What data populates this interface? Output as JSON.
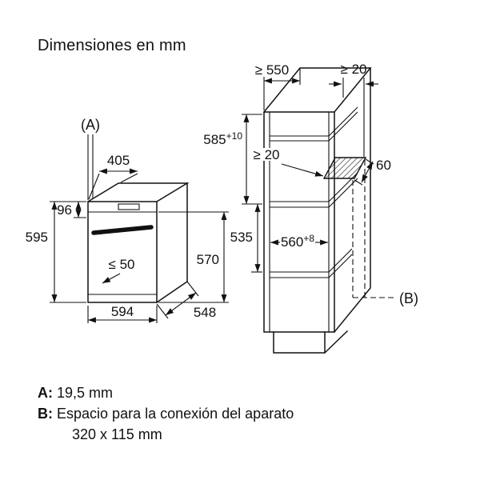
{
  "title": "Dimensiones en mm",
  "diagram": {
    "cabinet": {
      "depth_min": "≥ 550",
      "wall_gap_top": "≥ 20",
      "niche_height": "585",
      "niche_height_tol": "+10",
      "shelf_gap": "≥ 20",
      "vent_depth": "60",
      "lower_height": "535",
      "niche_width": "560",
      "niche_width_tol": "+8",
      "label_b": "(B)"
    },
    "oven": {
      "label_a": "(A)",
      "top_depth": "405",
      "panel_height": "96",
      "height": "595",
      "door_gap": "≤ 50",
      "body_height": "570",
      "width": "594",
      "depth": "548"
    }
  },
  "notes": {
    "a_label": "A:",
    "a_value": "19,5 mm",
    "b_label": "B:",
    "b_value": "Espacio para la conexión del aparato",
    "b_value2": "320 x 115 mm"
  }
}
